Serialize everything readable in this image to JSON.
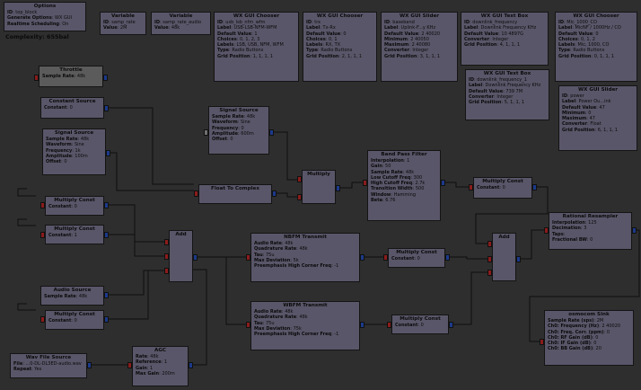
{
  "blocks": [
    {
      "id": "options",
      "title": "Options",
      "lines": [
        [
          "ID",
          "top_block"
        ],
        [
          "Generate Options",
          "WX GUI"
        ],
        [
          "Realtime Scheduling",
          "On"
        ]
      ]
    },
    {
      "id": "variable",
      "title": "Variable",
      "lines": [
        [
          "ID",
          "samp_rate"
        ],
        [
          "Value",
          "2M"
        ]
      ]
    },
    {
      "id": "variable_audio",
      "title": "Variable",
      "lines": [
        [
          "ID",
          "samp_rate_audio"
        ],
        [
          "Value",
          "48k"
        ]
      ]
    },
    {
      "id": "chooser_mode",
      "title": "WX GUI Chooser",
      "lines": [
        [
          "ID",
          "usb_lsb_nfm_wfm"
        ],
        [
          "Label",
          "USB-LSB-NFM-WFM"
        ],
        [
          "Default Value",
          "1"
        ],
        [
          "Choices",
          "0, 1, 2, 3"
        ],
        [
          "Labels",
          "LSB, USB, NFM, WFM"
        ],
        [
          "Type",
          "Radio Buttons"
        ],
        [
          "Grid Position",
          "1, 1, 1, 1"
        ]
      ]
    },
    {
      "id": "chooser_trx",
      "title": "WX GUI Chooser",
      "lines": [
        [
          "ID",
          "trx"
        ],
        [
          "Label",
          "Tx-Rx"
        ],
        [
          "Default Value",
          "0"
        ],
        [
          "Choices",
          "0, 1"
        ],
        [
          "Labels",
          "RX, TX"
        ],
        [
          "Type",
          "Radio Buttons"
        ],
        [
          "Grid Position",
          "2, 1, 1, 1"
        ]
      ]
    },
    {
      "id": "slider_baseband",
      "title": "WX GUI Slider",
      "lines": [
        [
          "ID",
          "baseband"
        ],
        [
          "Label",
          "Uplink-F...y   KHz"
        ],
        [
          "Default Value",
          "2 40020"
        ],
        [
          "Minimum",
          "2 40050"
        ],
        [
          "Maximum",
          "2 40080"
        ],
        [
          "Converter",
          "Integer"
        ],
        [
          "Grid Position",
          "3, 1, 1, 1"
        ]
      ]
    },
    {
      "id": "textbox_1",
      "title": "WX GUI Text Box",
      "lines": [
        [
          "ID",
          "downlink_frequency"
        ],
        [
          "Label",
          "Downlink Frequency KHz"
        ],
        [
          "Default Value",
          "10 4897G"
        ],
        [
          "Converter",
          "Integer"
        ],
        [
          "Grid Position",
          "4, 1, 1, 1"
        ]
      ]
    },
    {
      "id": "chooser_mic",
      "title": "WX GUI Chooser",
      "lines": [
        [
          "ID",
          "Mic_1000_CO"
        ],
        [
          "Label",
          "MicNF / 1000Hz / CO"
        ],
        [
          "Default Value",
          "0"
        ],
        [
          "Choices",
          "0, 1, 2"
        ],
        [
          "Labels",
          "Mic, 1000, CO"
        ],
        [
          "Type",
          "Radio Buttons"
        ],
        [
          "Grid Position",
          "0, 1, 1, 1"
        ]
      ]
    },
    {
      "id": "textbox_2",
      "title": "WX GUI Text Box",
      "lines": [
        [
          "ID",
          "downlink_frequency_1"
        ],
        [
          "Label",
          "Downlink Frequency KHz"
        ],
        [
          "Default Value",
          "739 7M"
        ],
        [
          "Converter",
          "Integer"
        ],
        [
          "Grid Position",
          "5, 1, 1, 1"
        ]
      ]
    },
    {
      "id": "slider_power",
      "title": "WX GUI Slider",
      "lines": [
        [
          "ID",
          "power"
        ],
        [
          "Label",
          "Power Ou...ink"
        ],
        [
          "Default Value",
          "47"
        ],
        [
          "Minimum",
          "0"
        ],
        [
          "Maximum",
          "47"
        ],
        [
          "Converter",
          "Float"
        ],
        [
          "Grid Position",
          "6, 1, 1, 1"
        ]
      ]
    },
    {
      "id": "throttle",
      "title": "Throttle",
      "lines": [
        [
          "Sample Rate",
          "48k"
        ]
      ]
    },
    {
      "id": "const_src",
      "title": "Constant Source",
      "lines": [
        [
          "Constant",
          "0"
        ]
      ]
    },
    {
      "id": "signal_src_1",
      "title": "Signal Source",
      "lines": [
        [
          "Sample Rate",
          "48k"
        ],
        [
          "Waveform",
          "Sine"
        ],
        [
          "Frequency",
          "1k"
        ],
        [
          "Amplitude",
          "100m"
        ],
        [
          "Offset",
          "0"
        ]
      ]
    },
    {
      "id": "signal_src_2",
      "title": "Signal Source",
      "lines": [
        [
          "Sample Rate",
          "48k"
        ],
        [
          "Waveform",
          "Sine"
        ],
        [
          "Frequency",
          "0"
        ],
        [
          "Amplitude",
          "600m"
        ],
        [
          "Offset",
          "0"
        ]
      ]
    },
    {
      "id": "float_to_complex",
      "title": "Float To Complex",
      "lines": []
    },
    {
      "id": "multiply",
      "title": "Multiply",
      "lines": []
    },
    {
      "id": "bandpass",
      "title": "Band Pass Filter",
      "lines": [
        [
          "Interpolation",
          "1"
        ],
        [
          "Gain",
          "50"
        ],
        [
          "Sample Rate",
          "48k"
        ],
        [
          "Low Cutoff Freq",
          "300"
        ],
        [
          "High Cutoff Freq",
          "2.7k"
        ],
        [
          "Transition Width",
          "500"
        ],
        [
          "Window",
          "Hamming"
        ],
        [
          "Beta",
          "6.76"
        ]
      ]
    },
    {
      "id": "mconst_top",
      "title": "Multiply Const",
      "lines": [
        [
          "Constant",
          "0"
        ]
      ]
    },
    {
      "id": "mconst_1",
      "title": "Multiply Const",
      "lines": [
        [
          "Constant",
          "0"
        ]
      ]
    },
    {
      "id": "mconst_2",
      "title": "Multiply Const",
      "lines": [
        [
          "Constant",
          "1"
        ]
      ]
    },
    {
      "id": "add_1",
      "title": "Add",
      "lines": []
    },
    {
      "id": "nbfm",
      "title": "NBFM Transmit",
      "lines": [
        [
          "Audio Rate",
          "48k"
        ],
        [
          "Quadrature Rate",
          "48k"
        ],
        [
          "Tau",
          "75u"
        ],
        [
          "Max Deviation",
          "5k"
        ],
        [
          "Preemphasis High Corner Freq",
          "-1"
        ]
      ]
    },
    {
      "id": "mconst_3",
      "title": "Multiply Const",
      "lines": [
        [
          "Constant",
          "0"
        ]
      ]
    },
    {
      "id": "rational",
      "title": "Rational Resampler",
      "lines": [
        [
          "Interpolation",
          "125"
        ],
        [
          "Decimation",
          "3"
        ],
        [
          "Taps",
          ""
        ],
        [
          "Fractional BW",
          "0"
        ]
      ]
    },
    {
      "id": "add_2",
      "title": "Add",
      "lines": []
    },
    {
      "id": "audio_src",
      "title": "Audio Source",
      "lines": [
        [
          "Sample Rate",
          "48k"
        ]
      ]
    },
    {
      "id": "mconst_4",
      "title": "Multiply Const",
      "lines": [
        [
          "Constant",
          "0"
        ]
      ]
    },
    {
      "id": "wbfm",
      "title": "WBFM Transmit",
      "lines": [
        [
          "Audio Rate",
          "48k"
        ],
        [
          "Quadrature Rate",
          "48k"
        ],
        [
          "Tau",
          "75u"
        ],
        [
          "Max Deviation",
          "75k"
        ],
        [
          "Preemphasis High Corner Freq",
          "-1"
        ]
      ]
    },
    {
      "id": "mconst_5",
      "title": "Multiply Const",
      "lines": [
        [
          "Constant",
          "0"
        ]
      ]
    },
    {
      "id": "osmocom",
      "title": "osmocom Sink",
      "lines": [
        [
          "Sample Rate (sps)",
          "2M"
        ],
        [
          "Ch0: Frequency (Hz)",
          "2 40020"
        ],
        [
          "Ch0: Freq. Corr. (ppm)",
          "0"
        ],
        [
          "Ch0: RF Gain (dB)",
          "0"
        ],
        [
          "Ch0: IF Gain (dB)",
          "0"
        ],
        [
          "Ch0: BB Gain (dB)",
          "20"
        ]
      ]
    },
    {
      "id": "wav_src",
      "title": "Wav File Source",
      "lines": [
        [
          "File",
          "...0-DL-DL3ED-audio.wav"
        ],
        [
          "Repeat",
          "Yes"
        ]
      ]
    },
    {
      "id": "agc",
      "title": "AGC",
      "lines": [
        [
          "Rate",
          "48k"
        ],
        [
          "Reference",
          "1"
        ],
        [
          "Gain",
          "1"
        ],
        [
          "Max Gain",
          "200m"
        ]
      ]
    }
  ],
  "complexity": "Complexity: 655bal",
  "colors": {
    "block_fill": "#5a5669",
    "port_in": "#8a1c1c",
    "port_out": "#1c3a8a",
    "wire": "#0e0e0e",
    "canvas": "#2e2e2e"
  }
}
